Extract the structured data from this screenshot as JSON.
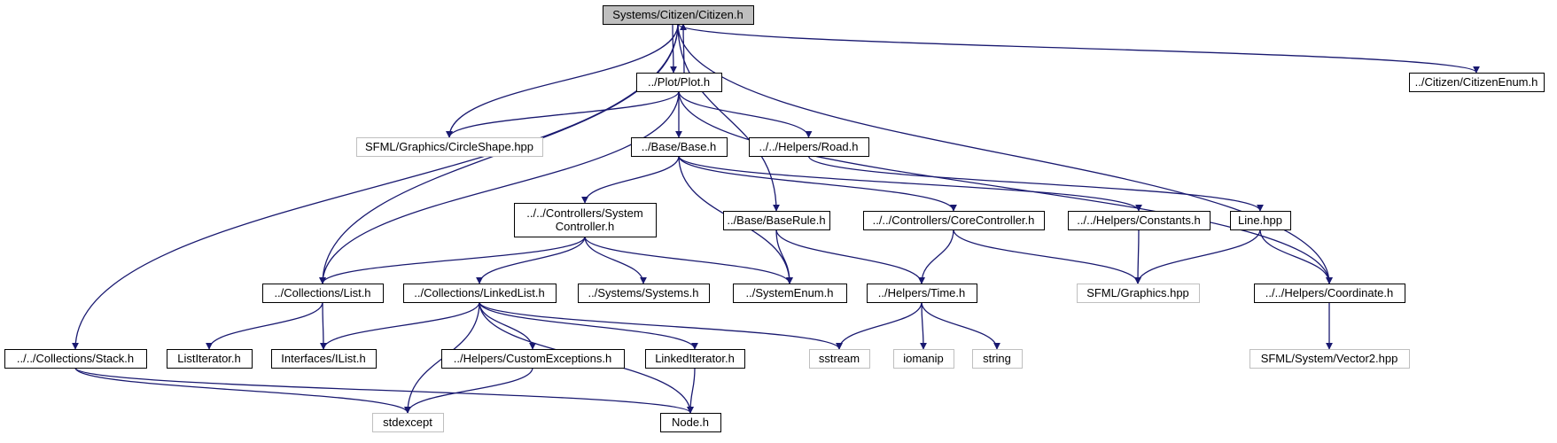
{
  "diagram": {
    "type": "include-dependency-graph",
    "colors": {
      "edge": "#191970",
      "node_border": "#000000",
      "external_border": "#bfbfbf",
      "root_fill": "#bfbfbf"
    },
    "nodes": [
      {
        "id": "citizen",
        "lines": [
          "Systems/Citizen/Citizen.h"
        ],
        "kind": "root"
      },
      {
        "id": "plot",
        "lines": [
          "../Plot/Plot.h"
        ],
        "kind": "local"
      },
      {
        "id": "citizenenum",
        "lines": [
          "../Citizen/CitizenEnum.h"
        ],
        "kind": "local"
      },
      {
        "id": "circleshape",
        "lines": [
          "SFML/Graphics/CircleShape.hpp"
        ],
        "kind": "external"
      },
      {
        "id": "base",
        "lines": [
          "../Base/Base.h"
        ],
        "kind": "local"
      },
      {
        "id": "road",
        "lines": [
          "../../Helpers/Road.h"
        ],
        "kind": "local"
      },
      {
        "id": "syscontroller",
        "lines": [
          "../../Controllers/System",
          "Controller.h"
        ],
        "kind": "local"
      },
      {
        "id": "baserule",
        "lines": [
          "../Base/BaseRule.h"
        ],
        "kind": "local"
      },
      {
        "id": "corecontroller",
        "lines": [
          "../../Controllers/CoreController.h"
        ],
        "kind": "local"
      },
      {
        "id": "constants",
        "lines": [
          "../../Helpers/Constants.h"
        ],
        "kind": "local"
      },
      {
        "id": "line",
        "lines": [
          "Line.hpp"
        ],
        "kind": "local"
      },
      {
        "id": "list",
        "lines": [
          "../Collections/List.h"
        ],
        "kind": "local"
      },
      {
        "id": "linkedlist",
        "lines": [
          "../Collections/LinkedList.h"
        ],
        "kind": "local"
      },
      {
        "id": "systems",
        "lines": [
          "../Systems/Systems.h"
        ],
        "kind": "local"
      },
      {
        "id": "systemenum",
        "lines": [
          "../SystemEnum.h"
        ],
        "kind": "local"
      },
      {
        "id": "time",
        "lines": [
          "../Helpers/Time.h"
        ],
        "kind": "local"
      },
      {
        "id": "graphics",
        "lines": [
          "SFML/Graphics.hpp"
        ],
        "kind": "external"
      },
      {
        "id": "coordinate",
        "lines": [
          "../../Helpers/Coordinate.h"
        ],
        "kind": "local"
      },
      {
        "id": "stack",
        "lines": [
          "../../Collections/Stack.h"
        ],
        "kind": "local"
      },
      {
        "id": "listiterator",
        "lines": [
          "ListIterator.h"
        ],
        "kind": "local"
      },
      {
        "id": "ilist",
        "lines": [
          "Interfaces/IList.h"
        ],
        "kind": "local"
      },
      {
        "id": "customexceptions",
        "lines": [
          "../Helpers/CustomExceptions.h"
        ],
        "kind": "local"
      },
      {
        "id": "linkediterator",
        "lines": [
          "LinkedIterator.h"
        ],
        "kind": "local"
      },
      {
        "id": "sstream",
        "lines": [
          "sstream"
        ],
        "kind": "external"
      },
      {
        "id": "iomanip",
        "lines": [
          "iomanip"
        ],
        "kind": "external"
      },
      {
        "id": "string",
        "lines": [
          "string"
        ],
        "kind": "external"
      },
      {
        "id": "vector2",
        "lines": [
          "SFML/System/Vector2.hpp"
        ],
        "kind": "external"
      },
      {
        "id": "stdexcept",
        "lines": [
          "stdexcept"
        ],
        "kind": "external"
      },
      {
        "id": "node",
        "lines": [
          "Node.h"
        ],
        "kind": "local"
      }
    ],
    "edges": [
      {
        "from": "citizen",
        "to": "plot"
      },
      {
        "from": "plot",
        "to": "citizen"
      },
      {
        "from": "citizen",
        "to": "citizenenum"
      },
      {
        "from": "citizen",
        "to": "circleshape"
      },
      {
        "from": "citizen",
        "to": "list"
      },
      {
        "from": "citizen",
        "to": "stack"
      },
      {
        "from": "citizen",
        "to": "baserule"
      },
      {
        "from": "citizen",
        "to": "coordinate"
      },
      {
        "from": "plot",
        "to": "circleshape"
      },
      {
        "from": "plot",
        "to": "base"
      },
      {
        "from": "plot",
        "to": "road"
      },
      {
        "from": "plot",
        "to": "list"
      },
      {
        "from": "plot",
        "to": "coordinate"
      },
      {
        "from": "base",
        "to": "syscontroller"
      },
      {
        "from": "base",
        "to": "systemenum"
      },
      {
        "from": "base",
        "to": "corecontroller"
      },
      {
        "from": "base",
        "to": "constants"
      },
      {
        "from": "road",
        "to": "line"
      },
      {
        "from": "syscontroller",
        "to": "list"
      },
      {
        "from": "syscontroller",
        "to": "linkedlist"
      },
      {
        "from": "syscontroller",
        "to": "systems"
      },
      {
        "from": "syscontroller",
        "to": "systemenum"
      },
      {
        "from": "baserule",
        "to": "systemenum"
      },
      {
        "from": "baserule",
        "to": "time"
      },
      {
        "from": "corecontroller",
        "to": "time"
      },
      {
        "from": "corecontroller",
        "to": "graphics"
      },
      {
        "from": "constants",
        "to": "graphics"
      },
      {
        "from": "line",
        "to": "graphics"
      },
      {
        "from": "line",
        "to": "coordinate"
      },
      {
        "from": "list",
        "to": "listiterator"
      },
      {
        "from": "list",
        "to": "ilist"
      },
      {
        "from": "linkedlist",
        "to": "ilist"
      },
      {
        "from": "linkedlist",
        "to": "stdexcept"
      },
      {
        "from": "linkedlist",
        "to": "customexceptions"
      },
      {
        "from": "linkedlist",
        "to": "linkediterator"
      },
      {
        "from": "linkedlist",
        "to": "sstream"
      },
      {
        "from": "linkedlist",
        "to": "node"
      },
      {
        "from": "time",
        "to": "sstream"
      },
      {
        "from": "time",
        "to": "iomanip"
      },
      {
        "from": "time",
        "to": "string"
      },
      {
        "from": "coordinate",
        "to": "vector2"
      },
      {
        "from": "stack",
        "to": "stdexcept"
      },
      {
        "from": "stack",
        "to": "node"
      },
      {
        "from": "customexceptions",
        "to": "stdexcept"
      },
      {
        "from": "linkediterator",
        "to": "node"
      }
    ]
  }
}
